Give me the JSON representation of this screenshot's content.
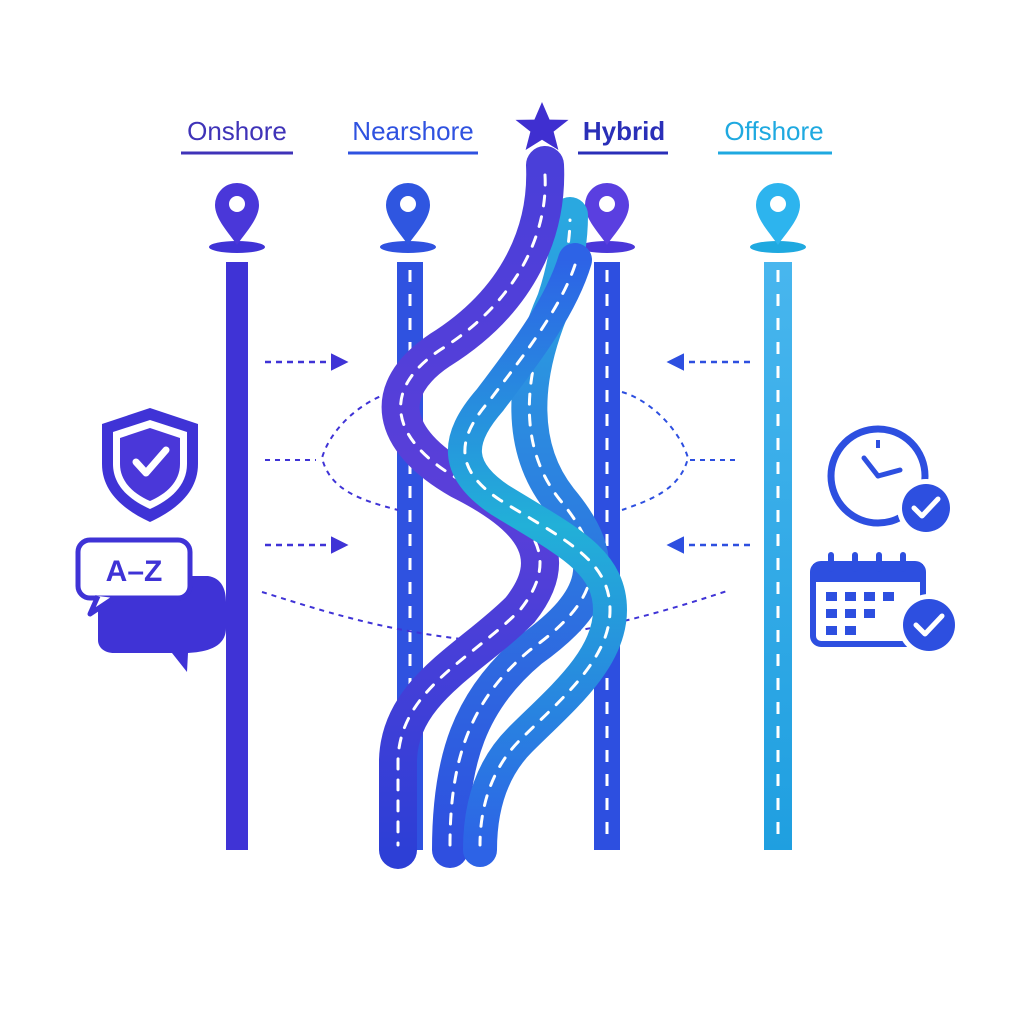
{
  "lanes": [
    {
      "key": "onshore",
      "label": "Onshore",
      "color": "#3f33d6"
    },
    {
      "key": "nearshore",
      "label": "Nearshore",
      "color": "#2f52e0"
    },
    {
      "key": "hybrid",
      "label": "Hybrid",
      "color": "#2a2fb8",
      "marker": "star-icon"
    },
    {
      "key": "offshore",
      "label": "Offshore",
      "color": "#1fa9e0"
    }
  ],
  "icons": {
    "security": "shield-check-icon",
    "language": "speech-bubble-icon",
    "language_text": "A–Z",
    "time": "clock-check-icon",
    "schedule": "calendar-check-icon",
    "location": "map-pin-icon",
    "direction": "arrow-icon"
  },
  "colors": {
    "indigo": "#3f33d6",
    "violet": "#5a3fd9",
    "blue": "#2f52e0",
    "royal": "#2d63e6",
    "cyan": "#1fa9e0",
    "teal": "#19b8d8"
  }
}
